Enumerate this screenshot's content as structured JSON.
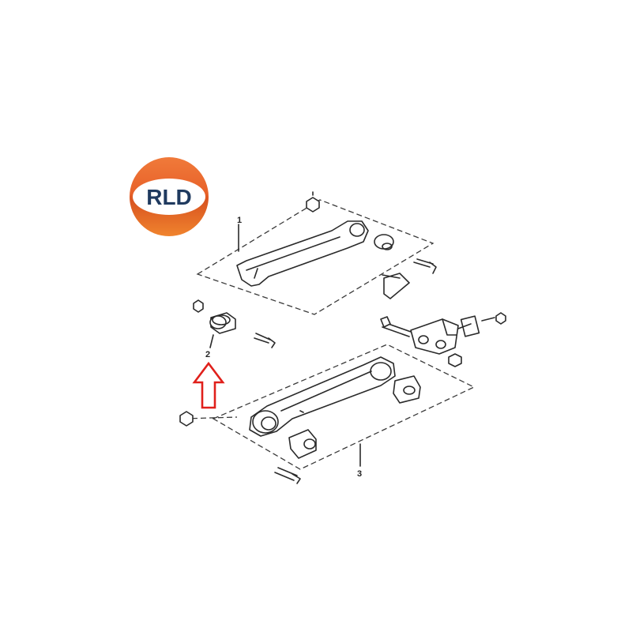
{
  "logo": {
    "text": "RLD",
    "colors": {
      "ring_top": "#e8622a",
      "ring_bottom": "#f0782e",
      "inner": "#ffffff",
      "text": "#1f3a5f"
    }
  },
  "diagram": {
    "part_labels": [
      "1",
      "2",
      "3"
    ],
    "highlighted_part": "2",
    "arrow": {
      "color": "#e0201b",
      "points_to": "2"
    }
  }
}
